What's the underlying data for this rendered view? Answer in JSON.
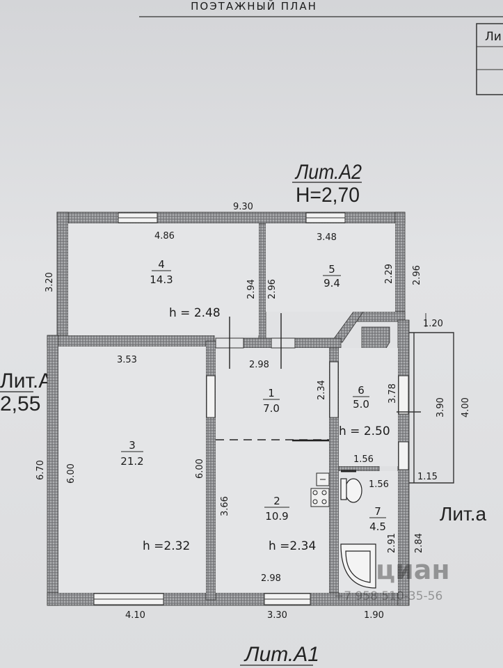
{
  "header": {
    "title": "ПОЭТАЖНЫЙ ПЛАН",
    "box_text": "Ли"
  },
  "labels": {
    "lit_a2": "Лит.А2",
    "lit_a2_h": "H=2,70",
    "lit_a_left": "Лит.А",
    "lit_a_left_h": "2,55",
    "lit_a_small": "Лит.а",
    "lit_a1": "Лит.А1"
  },
  "rooms": [
    {
      "id": "4",
      "num": "4",
      "area": "14.3"
    },
    {
      "id": "5",
      "num": "5",
      "area": "9.4"
    },
    {
      "id": "3",
      "num": "3",
      "area": "21.2"
    },
    {
      "id": "1",
      "num": "1",
      "area": "7.0"
    },
    {
      "id": "6",
      "num": "6",
      "area": "5.0"
    },
    {
      "id": "2",
      "num": "2",
      "area": "10.9"
    },
    {
      "id": "7",
      "num": "7",
      "area": "4.5"
    }
  ],
  "heights": {
    "h248": "h = 2.48",
    "h250": "h = 2.50",
    "h232": "h =2.32",
    "h234": "h =2.34"
  },
  "dims": {
    "d930": "9.30",
    "d486": "4.86",
    "d348": "3.48",
    "d320": "3.20",
    "d294": "2.94",
    "d296a": "2.96",
    "d229": "2.29",
    "d296b": "2.96",
    "d120": "1.20",
    "d353": "3.53",
    "d298a": "2.98",
    "d234": "2.34",
    "d378": "3.78",
    "d390": "3.90",
    "d400": "4.00",
    "d670": "6.70",
    "d600a": "6.00",
    "d600b": "6.00",
    "d156a": "1.56",
    "d156b": "1.56",
    "d115": "1.15",
    "d366": "3.66",
    "d291": "2.91",
    "d284": "2.84",
    "d298b": "2.98",
    "d410": "4.10",
    "d330": "3.30",
    "d190": "1.90"
  },
  "watermark": {
    "brand": "циан",
    "phone": "+7 958 510-35-56"
  }
}
